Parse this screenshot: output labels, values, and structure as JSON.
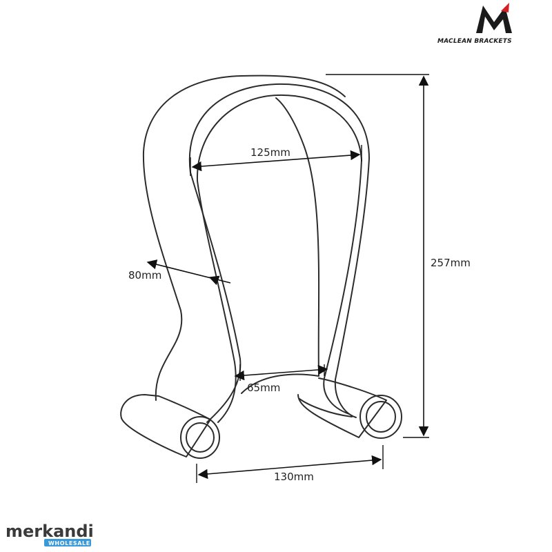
{
  "brand": {
    "name": "MACLEAN BRACKETS",
    "accent": "#d32020"
  },
  "dimensions": {
    "top_width": "125mm",
    "depth": "80mm",
    "height": "257mm",
    "inner_gap": "65mm",
    "base_width": "130mm"
  },
  "watermark": {
    "name": "merkandi",
    "badge": "WHOLESALE",
    "badge_color": "#3a9ad9"
  }
}
